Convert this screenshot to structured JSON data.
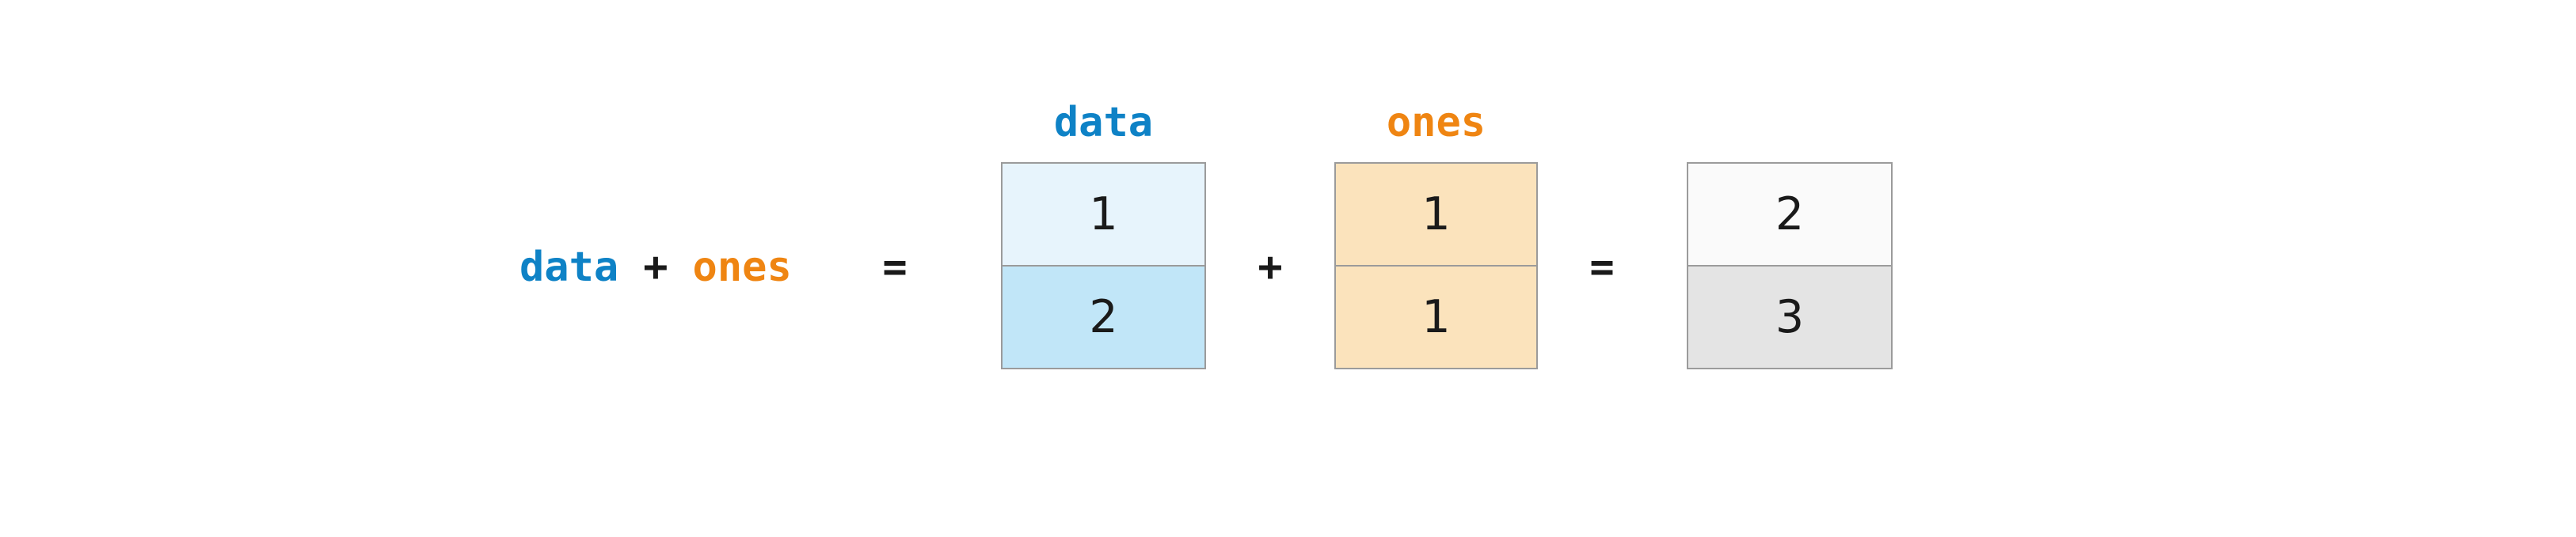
{
  "figure": {
    "kind": "array-addition-diagram",
    "background": "#ffffff",
    "equation": "data + ones = [1,2] + [1,1] = [2,3]"
  },
  "expression": {
    "data": "data",
    "plus": "+",
    "ones": "ones"
  },
  "operators": {
    "plus": "+",
    "equals": "="
  },
  "arrays": [
    {
      "name": "data",
      "label": "data",
      "label_color": "#0e82c6",
      "values": [
        "1",
        "2"
      ],
      "cell_colors": [
        "#e7f4fc",
        "#c1e6f8"
      ]
    },
    {
      "name": "ones",
      "label": "ones",
      "label_color": "#ef8512",
      "values": [
        "1",
        "1"
      ],
      "cell_colors": [
        "#fbe3bc",
        "#fbe3bc"
      ]
    },
    {
      "name": "result",
      "label": "",
      "values": [
        "2",
        "3"
      ],
      "cell_colors": [
        "#fafafa",
        "#e4e4e4"
      ]
    }
  ],
  "colors": {
    "blue": "#0e82c6",
    "orange": "#ef8512",
    "digit_text": "#1a1a1a",
    "border": "#9b9b9b"
  }
}
